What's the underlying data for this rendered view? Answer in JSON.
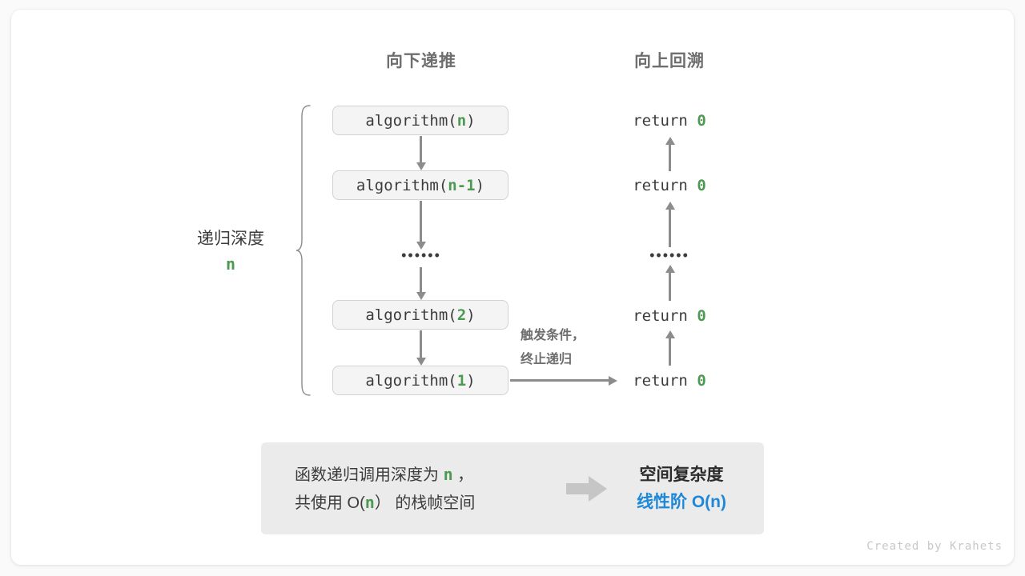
{
  "headings": {
    "down": "向下递推",
    "up": "向上回溯"
  },
  "call_stack": [
    {
      "prefix": "algorithm(",
      "arg": "n",
      "suffix": ")"
    },
    {
      "prefix": "algorithm(",
      "arg": "n-1",
      "suffix": ")"
    },
    {
      "prefix": "algorithm(",
      "arg": "2",
      "suffix": ")"
    },
    {
      "prefix": "algorithm(",
      "arg": "1",
      "suffix": ")"
    }
  ],
  "returns": [
    {
      "keyword": "return ",
      "value": "0"
    },
    {
      "keyword": "return ",
      "value": "0"
    },
    {
      "keyword": "return ",
      "value": "0"
    },
    {
      "keyword": "return ",
      "value": "0"
    }
  ],
  "ellipsis": "••••••",
  "depth": {
    "title": "递归深度",
    "value": "n"
  },
  "trigger_note": {
    "line1": "触发条件，",
    "line2": "终止递归"
  },
  "summary": {
    "left_line1_a": "函数递归调用深度为 ",
    "left_line1_var": "n",
    "left_line1_b": " ，",
    "left_line2_a": "共使用 O(",
    "left_line2_var": "n",
    "left_line2_b": "） 的栈帧空间",
    "complexity_title": "空间复杂度",
    "complexity_value": "线性阶 O(n)"
  },
  "credit": "Created by Krahets",
  "colors": {
    "accent_green": "#4c9a52",
    "accent_blue": "#1e88d8",
    "arrow_gray": "#8c8c8c",
    "panel_gray": "#ebebeb",
    "box_fill": "#f4f4f4",
    "box_border": "#d2d2d2"
  }
}
